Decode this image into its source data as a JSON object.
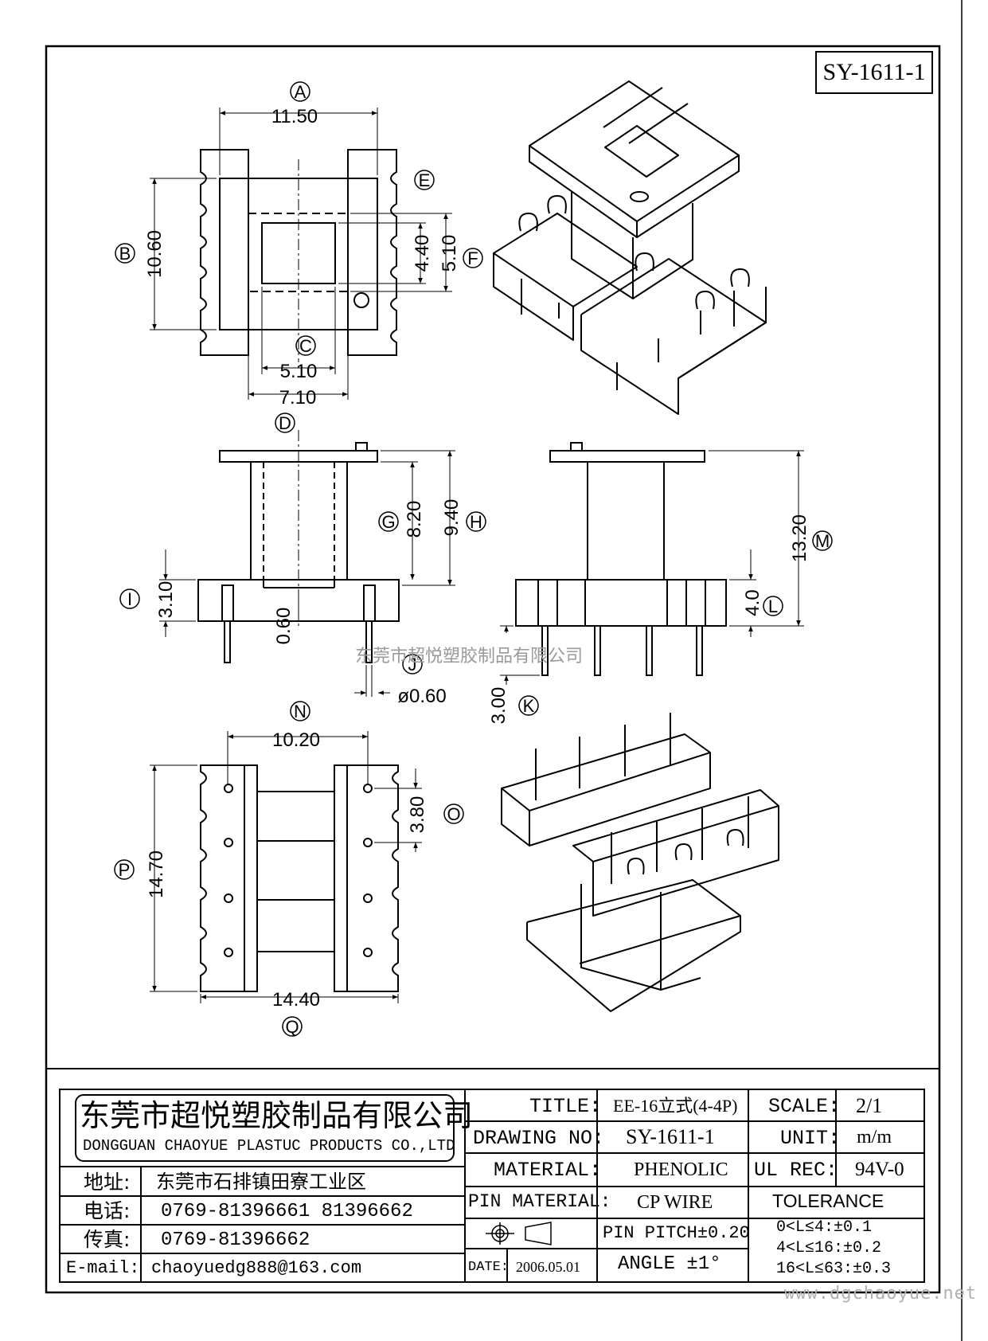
{
  "drawing_number_box": "SY-1611-1",
  "watermark": "东莞市超悦塑胶制品有限公司",
  "website": "www.dgchaoyue.net",
  "dimensions": {
    "A": "11.50",
    "B": "10.60",
    "C_inner": "5.10",
    "C_outer": "7.10",
    "E": "4.40",
    "F": "5.10",
    "G": "8.20",
    "H": "9.40",
    "I": "3.10",
    "flange": "0.60",
    "J": "ø0.60",
    "K": "3.00",
    "L": "4.0",
    "M": "13.20",
    "N": "10.20",
    "O": "3.80",
    "P": "14.70",
    "Q": "14.40"
  },
  "callouts": [
    "A",
    "B",
    "C",
    "D",
    "E",
    "F",
    "G",
    "H",
    "I",
    "J",
    "K",
    "L",
    "M",
    "N",
    "O",
    "P",
    "Q"
  ],
  "company": {
    "name_cn": "东莞市超悦塑胶制品有限公司",
    "name_en": "DONGGUAN CHAOYUE PLASTUC PRODUCTS CO.,LTD",
    "address_label": "地址:",
    "address": "东莞市石排镇田寮工业区",
    "phone_label": "电话:",
    "phone": "0769-81396661  81396662",
    "fax_label": "传真:",
    "fax": "0769-81396662",
    "email_label": "E-mail:",
    "email": "chaoyuedg888@163.com"
  },
  "title_block": {
    "title_label": "TITLE:",
    "title": "EE-16立式(4-4P)",
    "drawing_no_label": "DRAWING NO:",
    "drawing_no": "SY-1611-1",
    "material_label": "MATERIAL:",
    "material": "PHENOLIC",
    "pin_material_label": "PIN MATERIAL:",
    "pin_material": "CP WIRE",
    "pin_pitch": "PIN PITCH±0.20",
    "angle": "ANGLE  ±1°",
    "date_label": "DATE:",
    "date": "2006.05.01",
    "scale_label": "SCALE:",
    "scale": "2/1",
    "unit_label": "UNIT:",
    "unit": "m/m",
    "ul_label": "UL REC:",
    "ul": "94V-0",
    "tolerance_label": "TOLERANCE",
    "tolerance": [
      "0<L≤4:±0.1",
      "4<L≤16:±0.2",
      "16<L≤63:±0.3"
    ]
  }
}
